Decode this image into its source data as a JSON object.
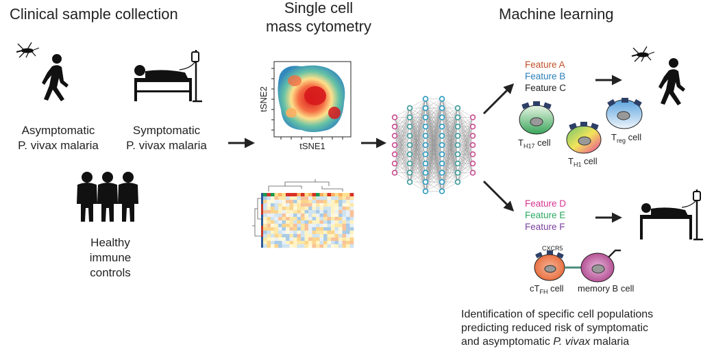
{
  "sections": {
    "clinical": {
      "title": "Clinical sample collection",
      "asymptomatic": [
        "Asymptomatic",
        "P. vivax malaria"
      ],
      "symptomatic": [
        "Symptomatic",
        "P. vivax malaria"
      ],
      "healthy": [
        "Healthy",
        "immune",
        "controls"
      ]
    },
    "cytometry": {
      "title": [
        "Single cell",
        "mass cytometry"
      ],
      "tsne_x": "tSNE1",
      "tsne_y": "tSNE2"
    },
    "ml": {
      "title": "Machine learning",
      "features_top": [
        {
          "label": "Feature A",
          "color": "#c0502a"
        },
        {
          "label": "Feature B",
          "color": "#2a7fb8"
        },
        {
          "label": "Feature C",
          "color": "#222222"
        }
      ],
      "features_bottom": [
        {
          "label": "Feature D",
          "color": "#d6338f"
        },
        {
          "label": "Feature E",
          "color": "#2aa860"
        },
        {
          "label": "Feature F",
          "color": "#7a3fa0"
        }
      ],
      "cells": {
        "th17": {
          "main": "T",
          "sub": "H17",
          "suffix": " cell"
        },
        "th1": {
          "main": "T",
          "sub": "H1",
          "suffix": " cell"
        },
        "treg": {
          "main": "T",
          "sub": "reg",
          "suffix": " cell"
        },
        "ctfh": {
          "main": "cT",
          "sub": "FH",
          "suffix": " cell"
        },
        "bcell": "memory B cell",
        "cxcr5": "CXCR5"
      },
      "conclusion": [
        "Identification of specific cell populations",
        "predicting reduced risk of symptomatic",
        "and asymptomatic ",
        "P. vivax",
        " malaria"
      ]
    }
  },
  "colors": {
    "arrow": "#222222",
    "receptor": "#2d3f66"
  }
}
